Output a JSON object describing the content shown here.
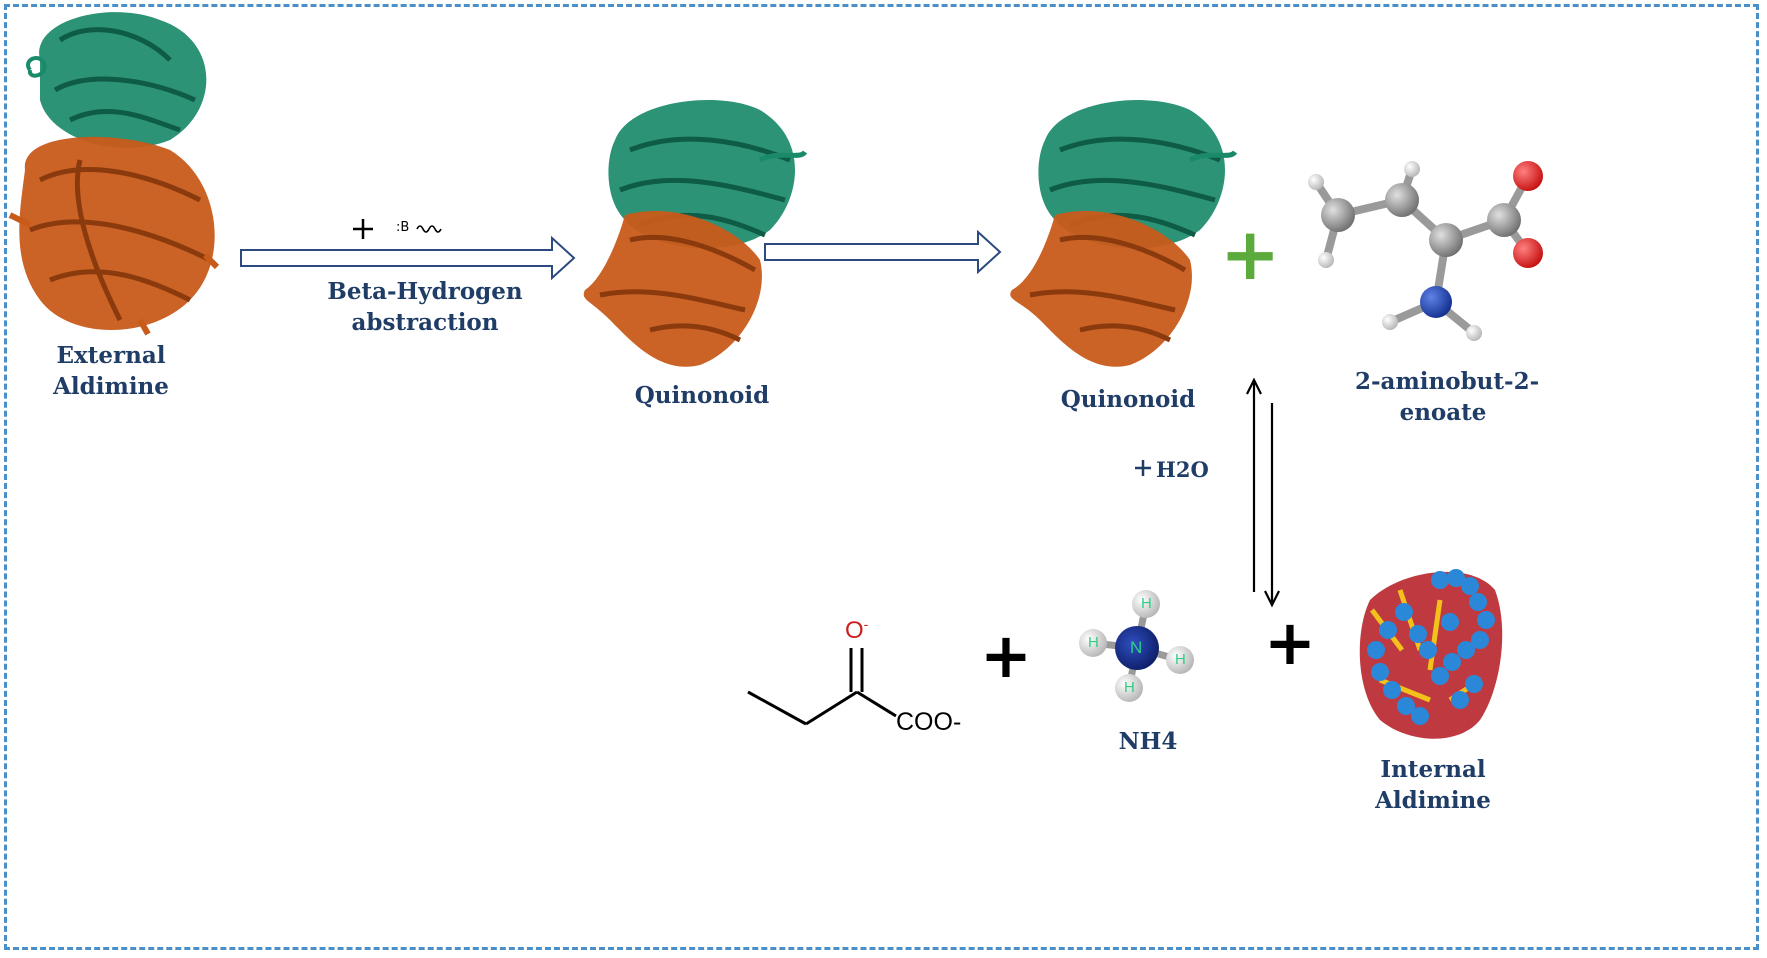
{
  "labels": {
    "external_aldimine": [
      "External",
      "Aldimine"
    ],
    "beta_hydrogen": [
      "Beta-Hydrogen",
      "abstraction"
    ],
    "quinonoid_1": "Quinonoid",
    "quinonoid_2": "Quinonoid",
    "aminobutenoate": [
      "2-aminobut-2-",
      "enoate"
    ],
    "h2o": "H2O",
    "nh4": "NH4",
    "internal_aldimine": [
      "Internal",
      "Aldimine"
    ],
    "base_reagent": ":B",
    "carboxylate": "COO-",
    "oxygen": "O",
    "oxygen_charge": "-",
    "nitrogen": "N",
    "hydrogen": "H"
  },
  "symbols": {
    "plus": "+"
  },
  "colors": {
    "label_text": "#1f3d66",
    "frame": "#4a8fc8",
    "protein_green": "#1a8a6a",
    "protein_orange": "#c85a1a",
    "plus_green": "#5aab3c",
    "arrow_outline": "#2b4a80",
    "atom_carbon": "#8c8c8c",
    "atom_oxygen": "#dd1f1f",
    "atom_nitrogen": "#1f44b0"
  },
  "icons": [
    "protein-ribbon-icon",
    "hollow-arrow-icon",
    "equilibrium-arrows-icon",
    "ball-stick-molecule-icon",
    "skeletal-structure-icon"
  ]
}
